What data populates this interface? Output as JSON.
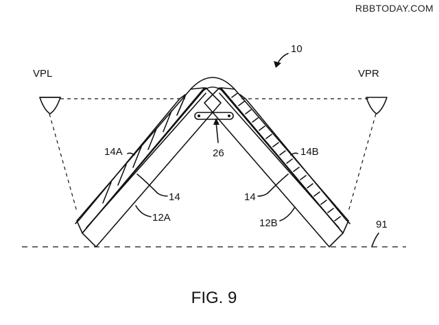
{
  "watermark": "RBBTODAY.COM",
  "caption": "FIG. 9",
  "labels": {
    "device": "10",
    "viewer_left": "VPL",
    "viewer_right": "VPR",
    "display_left": "14A",
    "display_right": "14B",
    "display_left_ref": "14",
    "display_right_ref": "14",
    "hinge": "26",
    "housing_left": "12A",
    "housing_right": "12B",
    "surface": "91"
  }
}
